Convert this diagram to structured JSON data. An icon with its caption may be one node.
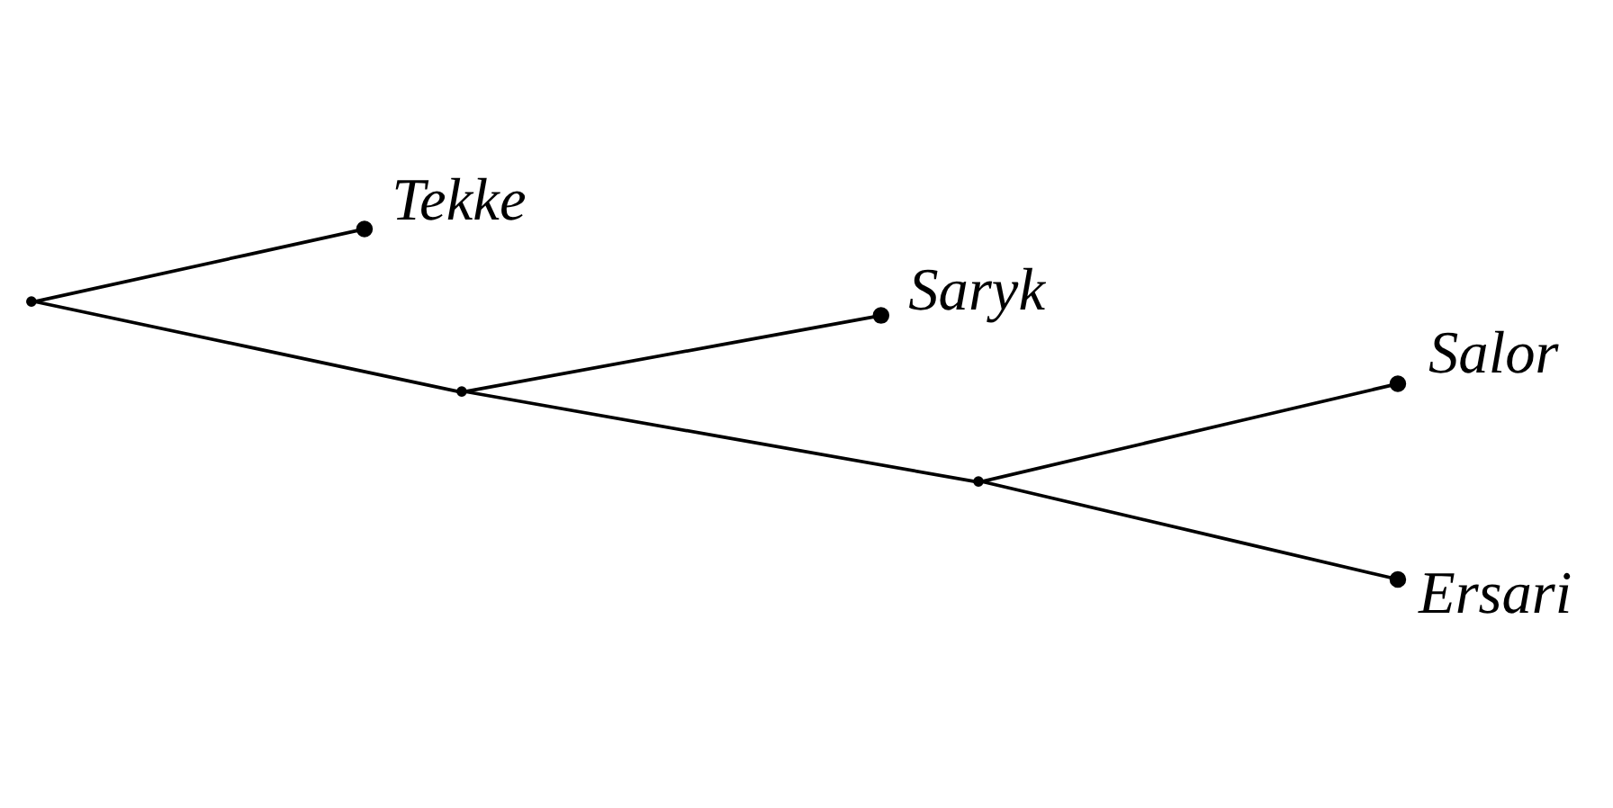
{
  "diagram": {
    "nodes": [
      {
        "text": [],
        "shape": "point"
      },
      {
        "text": [
          "Tekke"
        ]
      },
      {
        "text": [],
        "shape": "point"
      },
      {
        "text": [
          "Saryk"
        ]
      },
      {
        "text": [],
        "shape": "point"
      },
      {
        "text": [
          "Salor"
        ]
      },
      {
        "text": [
          "Ersari"
        ]
      }
    ],
    "edges": [
      {
        "from": 0,
        "to": 1,
        "arrow": "other"
      },
      {
        "from": 0,
        "to": 2,
        "arrow": "none"
      },
      {
        "from": 2,
        "to": 3,
        "arrow": "other"
      },
      {
        "from": 2,
        "to": 4,
        "arrow": "none"
      },
      {
        "from": 4,
        "to": 5,
        "arrow": "other"
      },
      {
        "from": 4,
        "to": 6,
        "arrow": "other"
      }
    ]
  }
}
